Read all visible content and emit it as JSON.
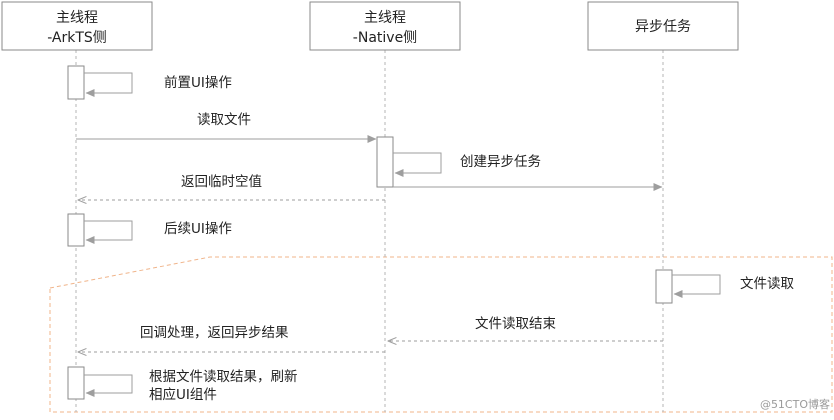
{
  "participants": [
    {
      "line1": "主线程",
      "line2": "-ArkTS侧"
    },
    {
      "line1": "主线程",
      "line2": "-Native侧"
    },
    {
      "line1": "异步任务",
      "line2": ""
    }
  ],
  "messages": {
    "pre_ui": "前置UI操作",
    "read_file": "读取文件",
    "create_async": "创建异步任务",
    "return_temp": "返回临时空值",
    "post_ui": "后续UI操作",
    "file_reading": "文件读取",
    "read_done": "文件读取结束",
    "callback_return": "回调处理，返回异步结果",
    "refresh_line1": "根据文件读取结果，刷新",
    "refresh_line2": "相应UI组件"
  },
  "watermark": "@51CTO博客",
  "colors": {
    "line": "#9e9e9e",
    "lifeline": "#b5b5b5",
    "box_border": "#8a8a8a",
    "async_frame": "#f0b48a",
    "text": "#222222"
  }
}
